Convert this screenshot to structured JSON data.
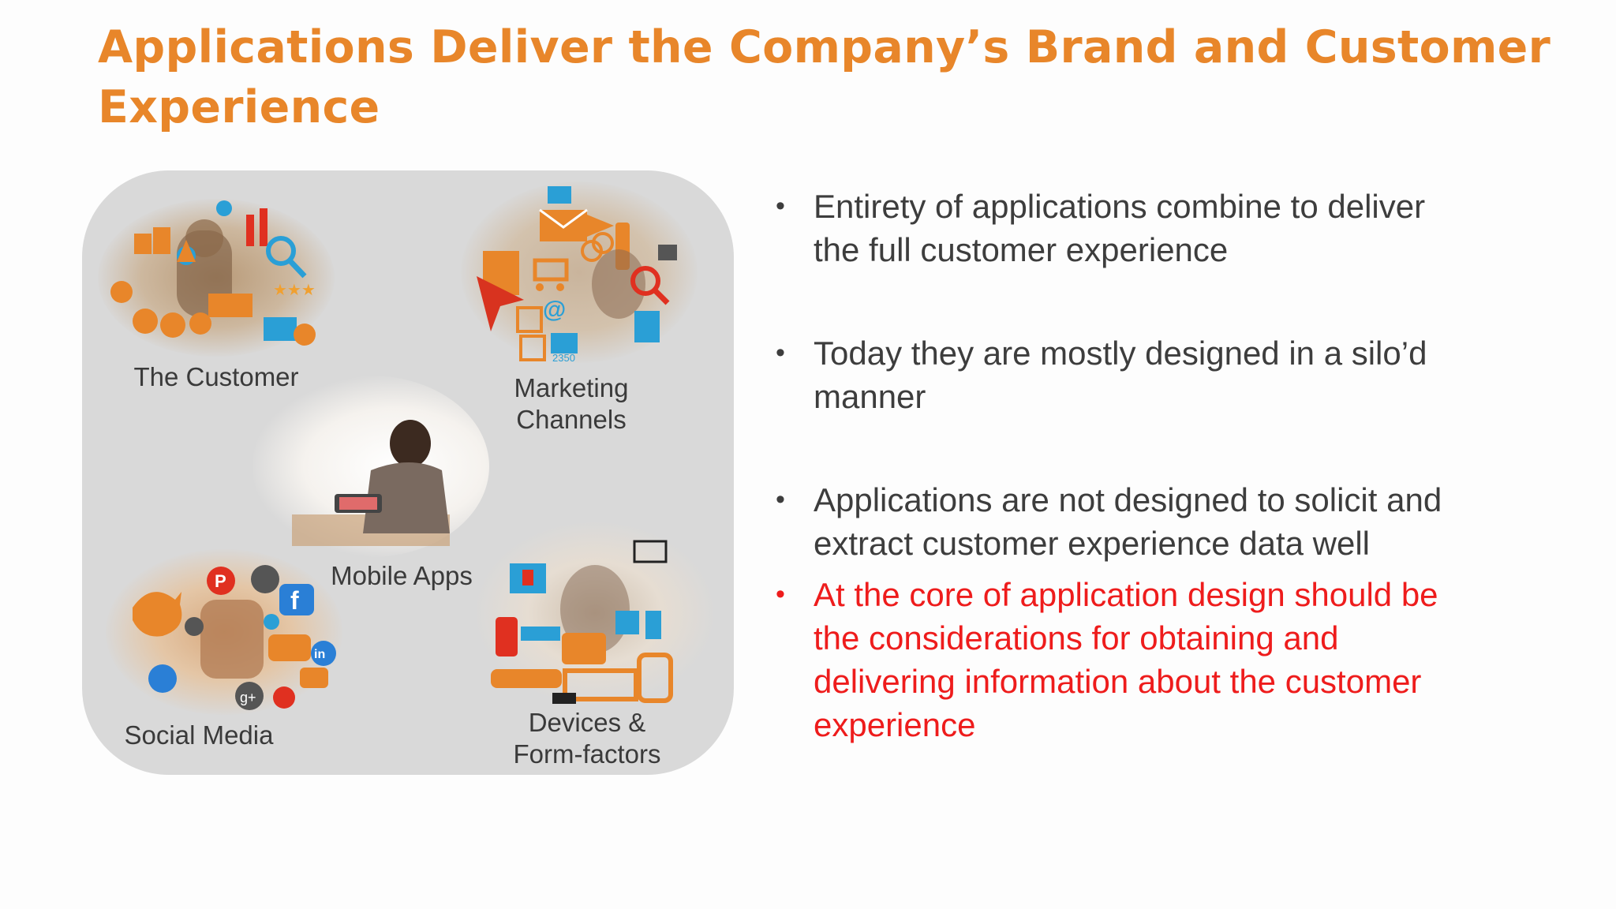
{
  "title": {
    "lines": [
      "Applications Deliver the Company’s Brand and Customer",
      "Experience"
    ],
    "color": "#e8862a"
  },
  "panel": {
    "background": "#d9d9d9",
    "items": [
      {
        "label_lines": [
          "The Customer"
        ],
        "image": "customer-collage"
      },
      {
        "label_lines": [
          "Marketing",
          "Channels"
        ],
        "image": "marketing-collage"
      },
      {
        "label_lines": [
          "Mobile Apps"
        ],
        "image": "mobile-user-photo"
      },
      {
        "label_lines": [
          "Social Media"
        ],
        "image": "social-media-collage"
      },
      {
        "label_lines": [
          "Devices &",
          "Form-factors"
        ],
        "image": "devices-collage"
      }
    ],
    "marketing_code": "2350"
  },
  "bullets": [
    {
      "lines": [
        "Entirety of applications combine to deliver",
        "the full customer experience"
      ],
      "color": "#3d3d3d"
    },
    {
      "lines": [
        "Today they are mostly designed in a silo’d",
        "manner"
      ],
      "color": "#3d3d3d"
    },
    {
      "lines": [
        "Applications are not designed to solicit and",
        "extract customer experience data well"
      ],
      "color": "#3d3d3d"
    },
    {
      "lines": [
        "At the core of application design should be",
        "the considerations for obtaining and",
        "delivering information about the customer",
        "experience"
      ],
      "color": "#ee1c1c"
    }
  ],
  "bullet_symbol": "•"
}
